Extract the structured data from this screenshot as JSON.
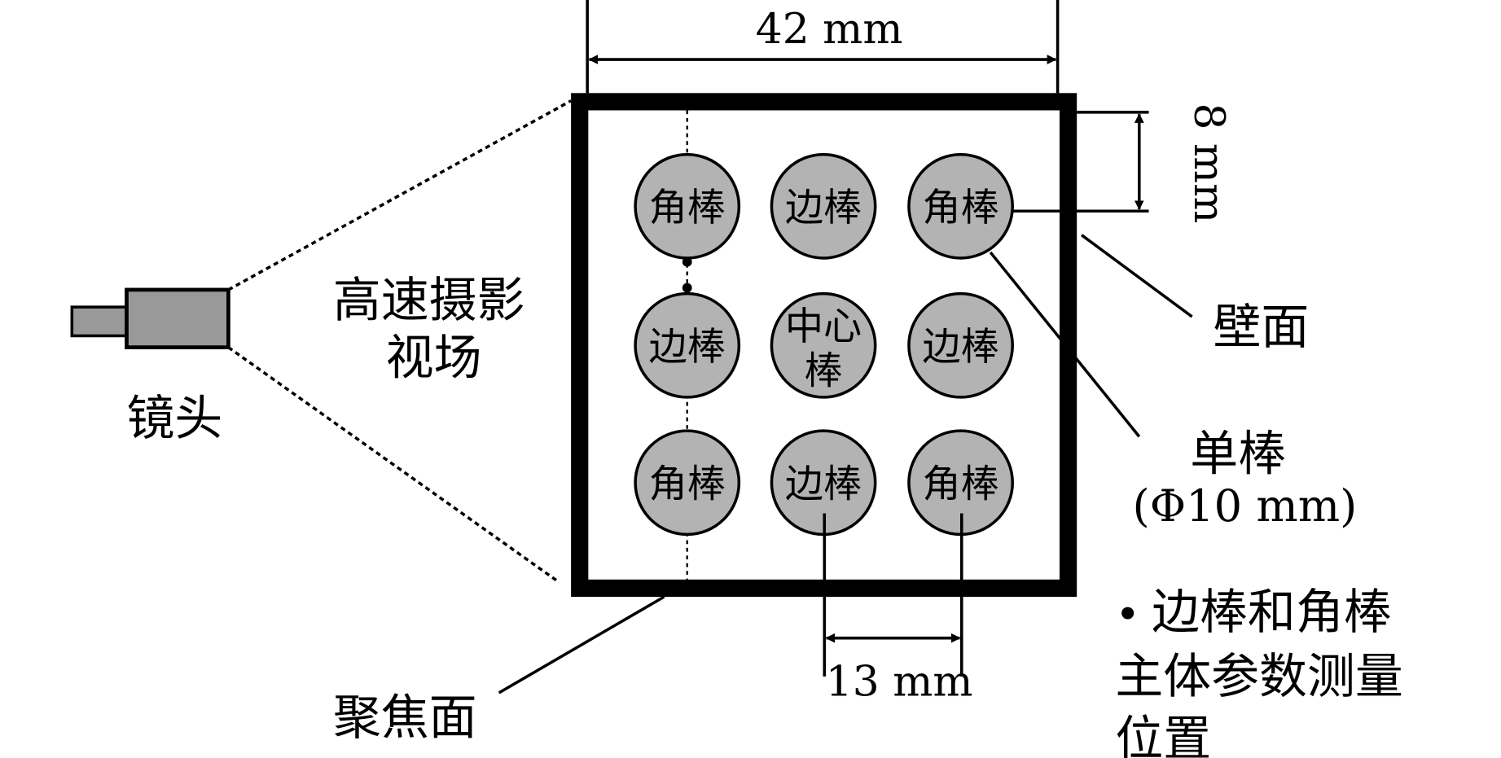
{
  "labels": {
    "width_dim": "42 mm",
    "wall_gap_dim": "8 mm",
    "pitch_dim": "13 mm",
    "wall": "壁面",
    "single_rod": "单棒",
    "rod_diameter": "(Φ10 mm)",
    "fov_line1": "高速摄影",
    "fov_line2": "视场",
    "lens": "镜头",
    "focal_plane": "聚焦面",
    "note_bullet": "•",
    "note_line1": "边棒和角棒",
    "note_line2": "主体参数测量",
    "note_line3": "位置"
  },
  "rods": [
    {
      "line1": "角棒",
      "line2": ""
    },
    {
      "line1": "边棒",
      "line2": ""
    },
    {
      "line1": "角棒",
      "line2": ""
    },
    {
      "line1": "边棒",
      "line2": ""
    },
    {
      "line1": "中心",
      "line2": "棒"
    },
    {
      "line1": "边棒",
      "line2": ""
    },
    {
      "line1": "角棒",
      "line2": ""
    },
    {
      "line1": "边棒",
      "line2": ""
    },
    {
      "line1": "角棒",
      "line2": ""
    }
  ],
  "colors": {
    "rod_fill": "#b3b3b3",
    "camera_fill": "#999999"
  }
}
